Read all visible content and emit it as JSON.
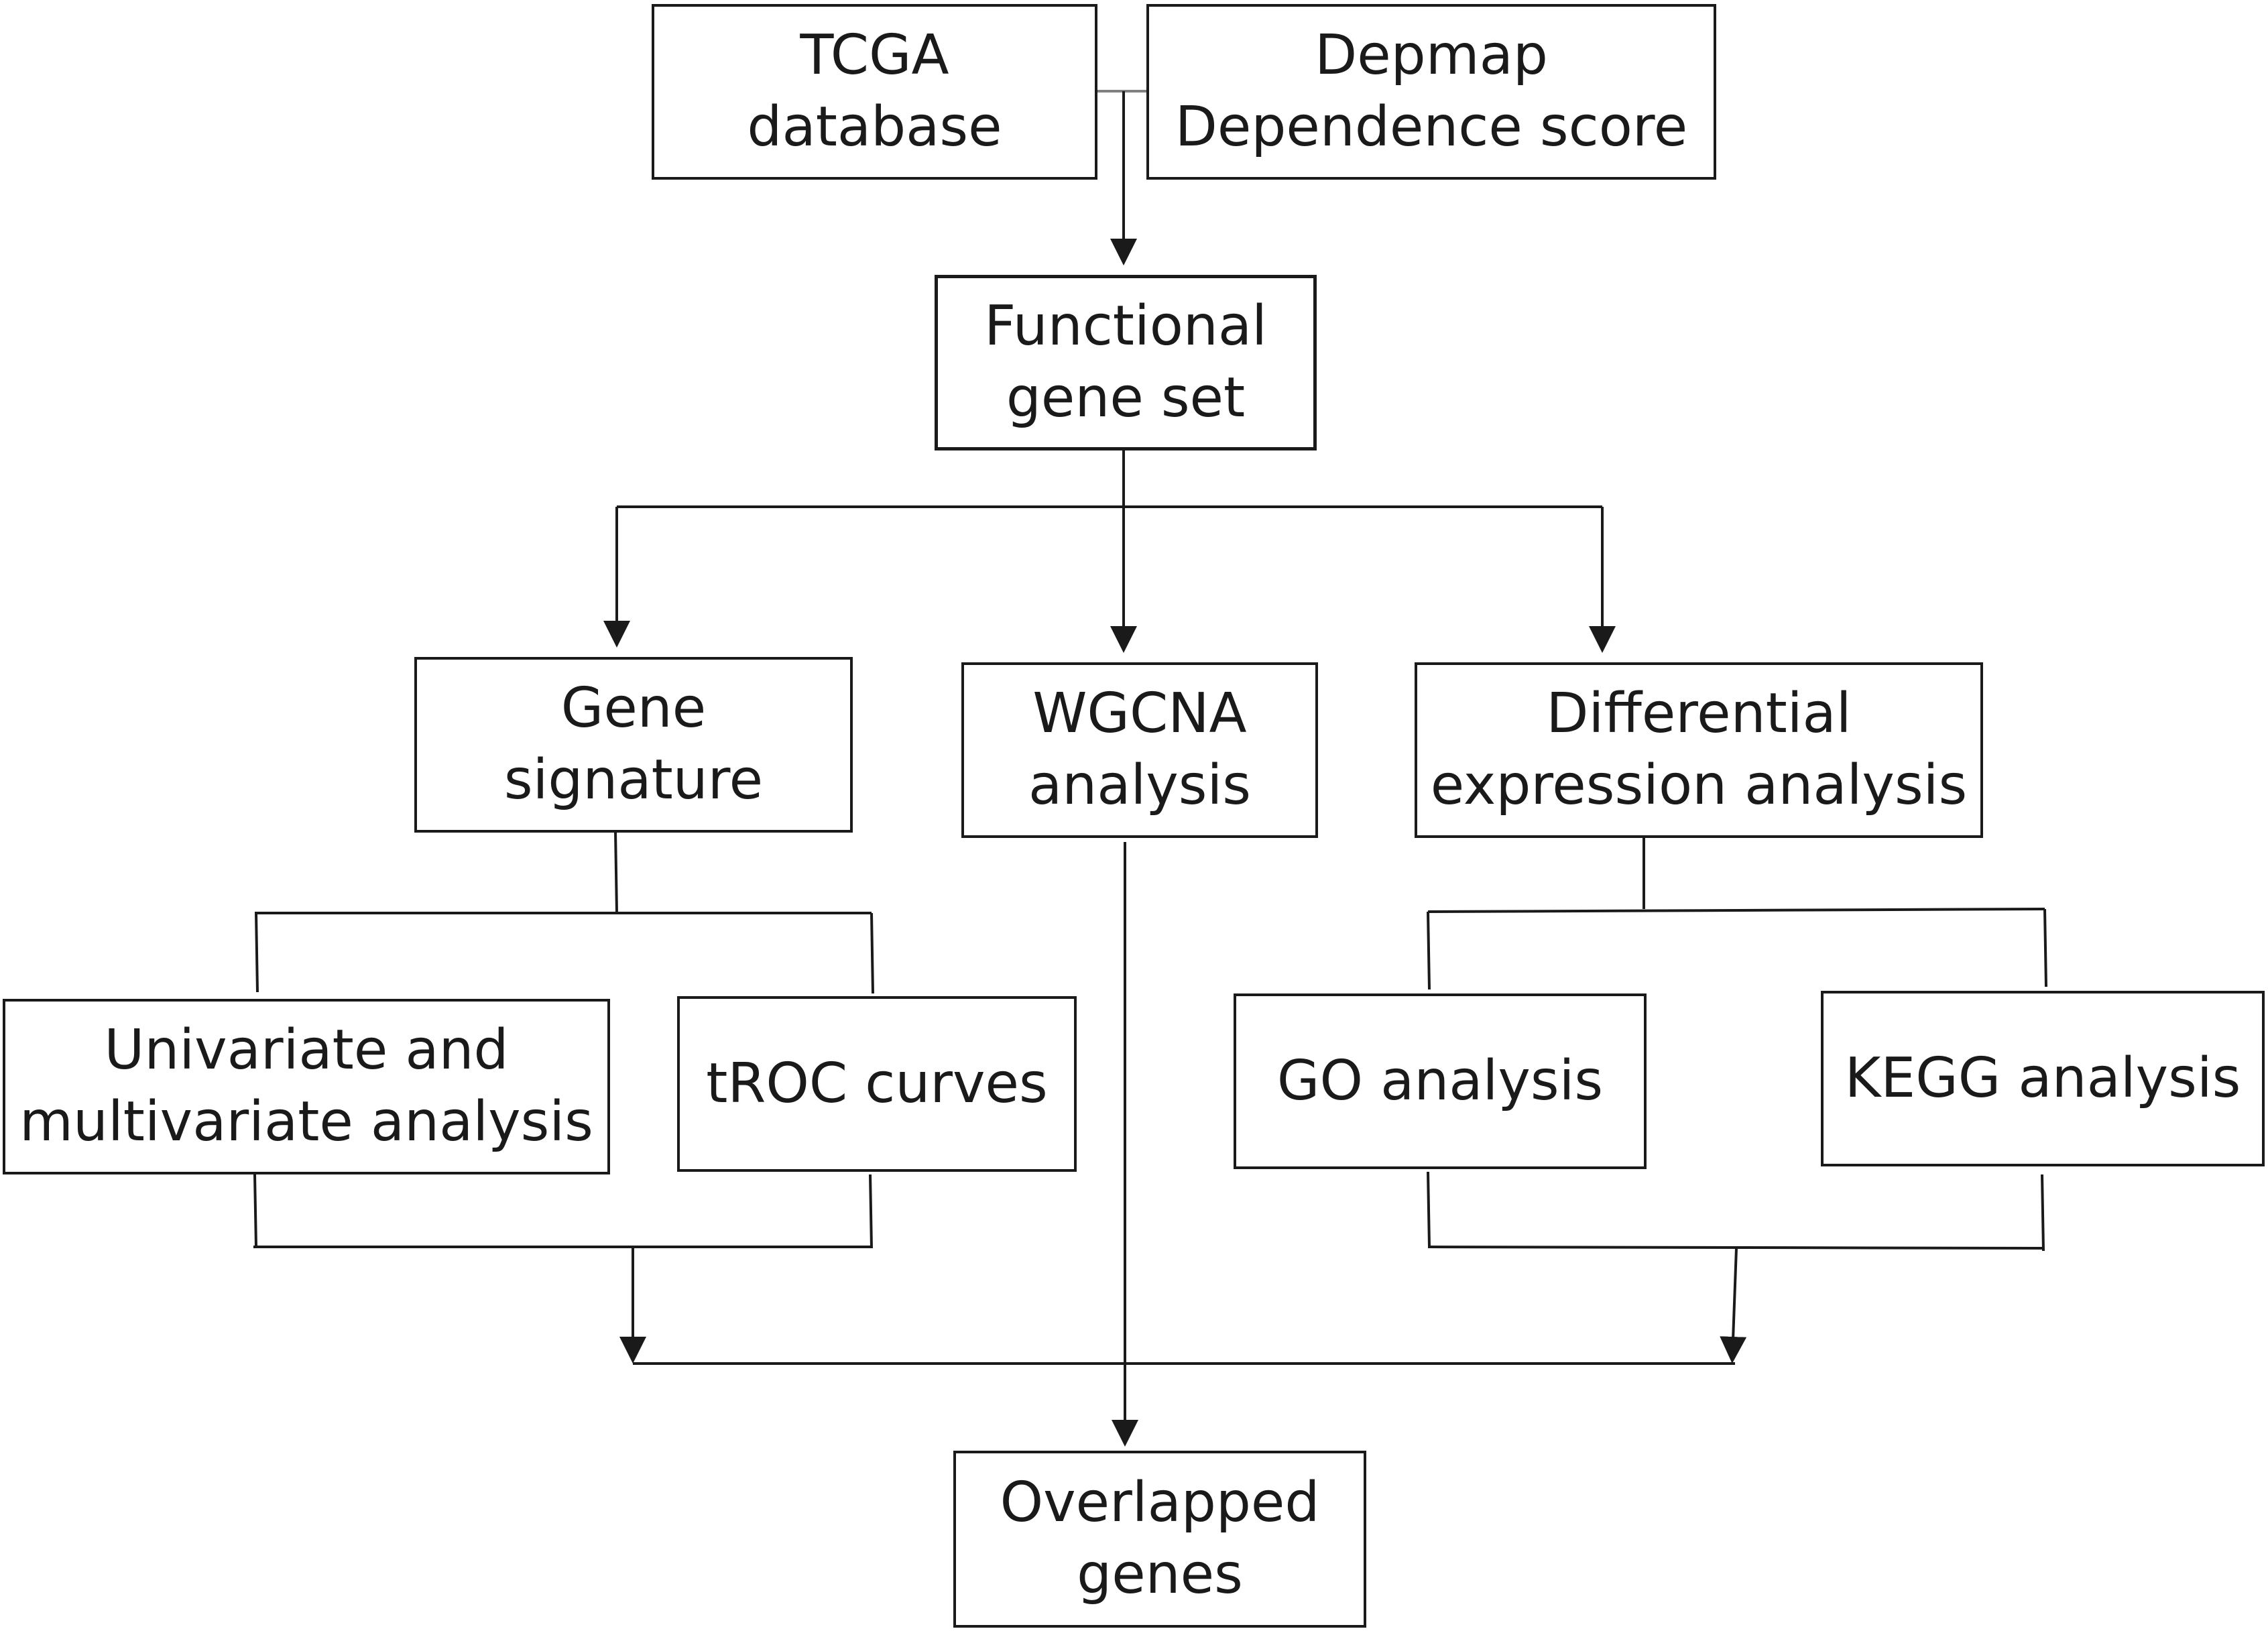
{
  "nodes": {
    "tcga": {
      "lines": [
        "TCGA",
        "database"
      ]
    },
    "depmap": {
      "lines": [
        "Depmap",
        "Dependence score"
      ]
    },
    "functional": {
      "lines": [
        "Functional",
        "gene set"
      ]
    },
    "gene_signature": {
      "lines": [
        "Gene",
        "signature"
      ]
    },
    "wgcna": {
      "lines": [
        "WGCNA",
        "analysis"
      ]
    },
    "differential": {
      "lines": [
        "Differential",
        "expression analysis"
      ]
    },
    "univariate": {
      "lines": [
        "Univariate and",
        "multivariate analysis"
      ]
    },
    "troc": {
      "lines": [
        "tROC curves"
      ]
    },
    "go": {
      "lines": [
        "GO analysis"
      ]
    },
    "kegg": {
      "lines": [
        "KEGG analysis"
      ]
    },
    "overlapped": {
      "lines": [
        "Overlapped",
        "genes"
      ]
    }
  },
  "colors": {
    "stroke": "#1a1a1a",
    "connector_gray": "#808080",
    "background": "#ffffff"
  }
}
